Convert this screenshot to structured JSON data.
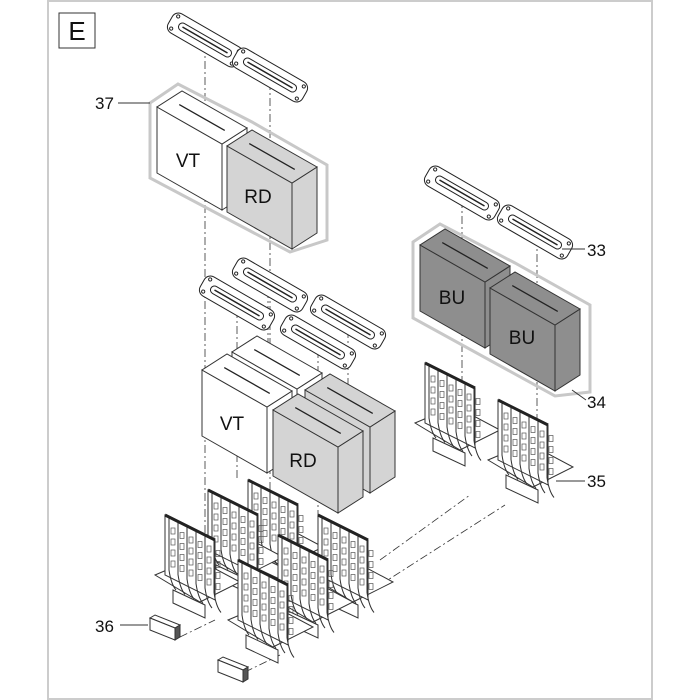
{
  "diagram": {
    "section_label": "E",
    "colors": {
      "white_module": "#ffffff",
      "rd_module": "#d4d4d4",
      "bu_module": "#8e8e8e",
      "outline": "#333333",
      "group_outline": "#c8c8c8",
      "frame": "#cccccc"
    },
    "modules": [
      {
        "label": "VT"
      },
      {
        "label": "RD"
      },
      {
        "label": "VT"
      },
      {
        "label": "RD"
      },
      {
        "label": "BU"
      },
      {
        "label": "BU"
      }
    ],
    "callouts": [
      {
        "number": "37"
      },
      {
        "number": "33"
      },
      {
        "number": "34"
      },
      {
        "number": "35"
      },
      {
        "number": "36"
      }
    ]
  }
}
